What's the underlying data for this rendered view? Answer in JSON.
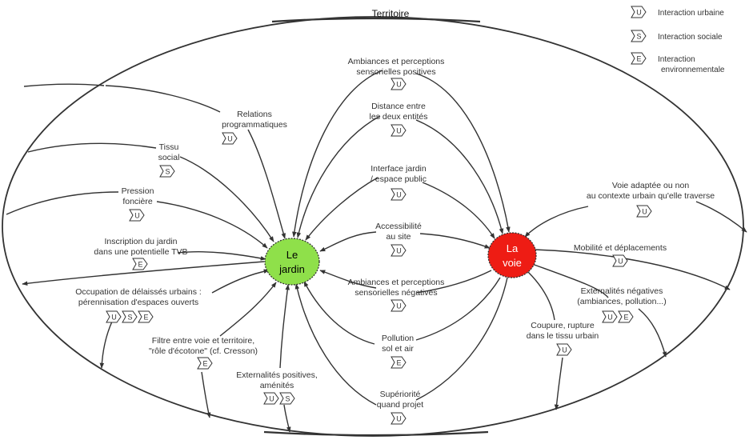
{
  "territory_title": "Territoire",
  "nodes": {
    "jardin": {
      "lines": [
        "Le",
        "jardin"
      ],
      "color": "#8fe04a"
    },
    "voie": {
      "lines": [
        "La",
        "voie"
      ],
      "color": "#ee1c14"
    }
  },
  "legend": [
    {
      "code": "U",
      "lines": [
        "Interaction urbaine"
      ]
    },
    {
      "code": "S",
      "lines": [
        "Interaction sociale"
      ]
    },
    {
      "code": "E",
      "lines": [
        "Interaction",
        "environnementale"
      ]
    }
  ],
  "labels": [
    {
      "id": "ambiances-positives",
      "lines": [
        "Ambiances et perceptions",
        "sensorielles positives"
      ],
      "tags": [
        "U"
      ]
    },
    {
      "id": "distance",
      "lines": [
        "Distance entre",
        "les deux entités"
      ],
      "tags": [
        "U"
      ]
    },
    {
      "id": "interface",
      "lines": [
        "Interface jardin",
        "/ espace public"
      ],
      "tags": [
        "U"
      ]
    },
    {
      "id": "accessibilite",
      "lines": [
        "Accessibilité",
        "au site"
      ],
      "tags": [
        "U"
      ]
    },
    {
      "id": "ambiances-negatives",
      "lines": [
        "Ambiances et perceptions",
        "sensorielles négatives"
      ],
      "tags": [
        "U"
      ]
    },
    {
      "id": "pollution",
      "lines": [
        "Pollution",
        "sol et air"
      ],
      "tags": [
        "E"
      ]
    },
    {
      "id": "superiorite",
      "lines": [
        "Supériorité",
        "quand projet"
      ],
      "tags": [
        "U"
      ]
    },
    {
      "id": "relations",
      "lines": [
        "Relations",
        "programmatiques"
      ],
      "tags": [
        "U"
      ]
    },
    {
      "id": "tissu-social",
      "lines": [
        "Tissu",
        "social"
      ],
      "tags": [
        "S"
      ]
    },
    {
      "id": "pression",
      "lines": [
        "Pression",
        "foncière"
      ],
      "tags": [
        "U"
      ]
    },
    {
      "id": "inscription",
      "lines": [
        "Inscription du jardin",
        "dans une potentielle TVB"
      ],
      "tags": [
        "E"
      ]
    },
    {
      "id": "occupation",
      "lines": [
        "Occupation de délaissés urbains :",
        "pérennisation d'espaces ouverts"
      ],
      "tags": [
        "U",
        "S",
        "E"
      ]
    },
    {
      "id": "filtre",
      "lines": [
        "Filtre entre voie et territoire,",
        "\"rôle d'écotone\" (cf. Cresson)"
      ],
      "tags": [
        "E"
      ]
    },
    {
      "id": "externalites-positives",
      "lines": [
        "Externalités positives,",
        "aménités"
      ],
      "tags": [
        "U",
        "S"
      ]
    },
    {
      "id": "voie-adaptee",
      "lines": [
        "Voie adaptée ou non",
        "au contexte urbain qu'elle traverse"
      ],
      "tags": [
        "U"
      ]
    },
    {
      "id": "mobilite",
      "lines": [
        "Mobilité et déplacements"
      ],
      "tags": [
        "U"
      ]
    },
    {
      "id": "externalites-negatives",
      "lines": [
        "Externalités négatives",
        "(ambiances, pollution...)"
      ],
      "tags": [
        "U",
        "E"
      ]
    },
    {
      "id": "coupure",
      "lines": [
        "Coupure, rupture",
        "dans le tissu urbain"
      ],
      "tags": [
        "U"
      ]
    }
  ]
}
